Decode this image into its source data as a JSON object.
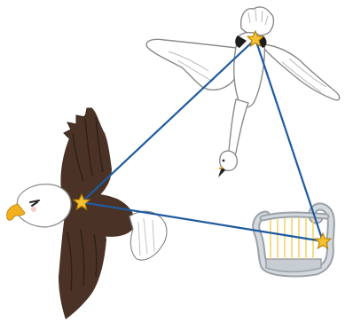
{
  "scene": {
    "subject": "summer-triangle-constellation",
    "figures": [
      {
        "name": "swan",
        "star": "deneb"
      },
      {
        "name": "eagle",
        "star": "altair"
      },
      {
        "name": "lyre",
        "star": "vega"
      }
    ],
    "colors": {
      "line": "#1f5aa0",
      "star_fill": "#f6c12e",
      "star_stroke": "#b07a00",
      "eagle_body": "#4a3326",
      "eagle_feather_dark": "#3a281d",
      "eagle_head": "#ffffff",
      "eagle_beak": "#f2b021",
      "swan_body": "#ffffff",
      "outline": "#8a8a8a",
      "lyre_metal": "#c8cdd3",
      "lyre_string": "#f3d36a"
    }
  }
}
